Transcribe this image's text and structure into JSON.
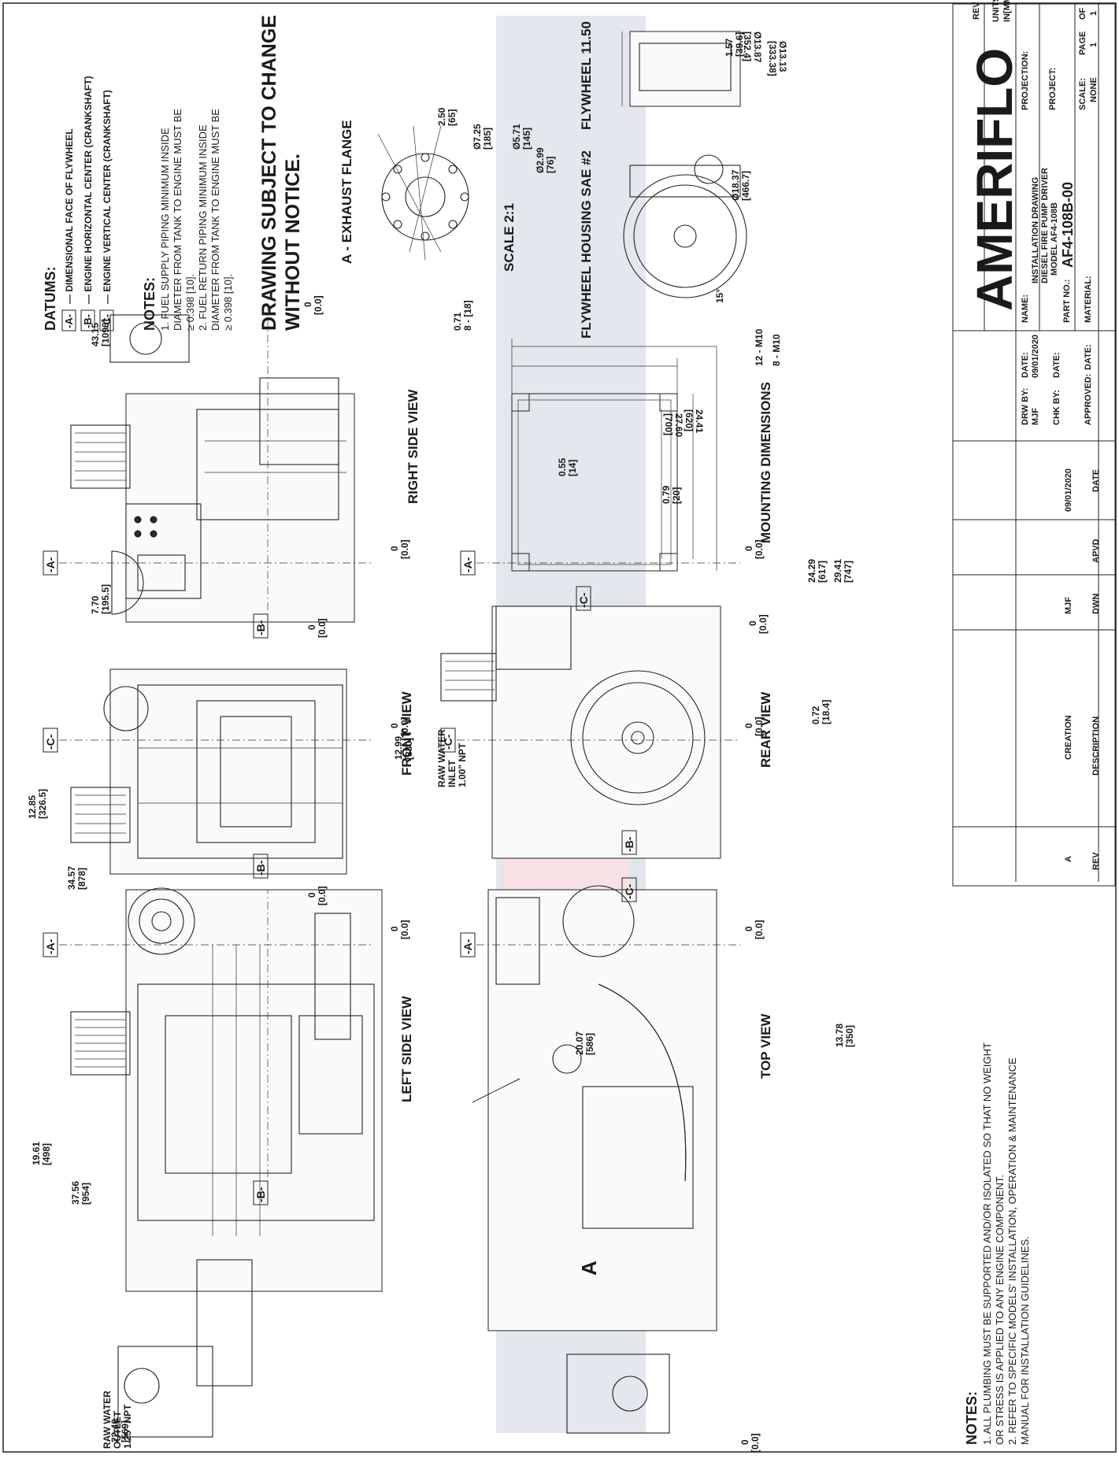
{
  "brand": {
    "logo_text": "AMERIFLO",
    "navy": "#1d3a6e",
    "red": "#c8102e"
  },
  "datums": {
    "title": "DATUMS:",
    "items": [
      {
        "key": "-A-",
        "text": "DIMENSIONAL FACE OF FLYWHEEL"
      },
      {
        "key": "-B-",
        "text": "ENGINE HORIZONTAL CENTER (CRANKSHAFT)"
      },
      {
        "key": "-C-",
        "text": "ENGINE VERTICAL CENTER (CRANKSHAFT)"
      }
    ]
  },
  "notes_top": {
    "title": "NOTES:",
    "lines": [
      "1.  FUEL SUPPLY PIPING MINIMUM INSIDE",
      "DIAMETER FROM TANK TO ENGINE MUST BE",
      "≥ 0.398 [10].",
      "2.  FUEL RETURN PIPING MINIMUM INSIDE",
      "DIAMETER FROM TANK TO ENGINE MUST BE",
      "≥ 0.398 [10]."
    ]
  },
  "warning": [
    "DRAWING SUBJECT TO CHANGE",
    "WITHOUT NOTICE."
  ],
  "notes_bottom": {
    "title": "NOTES:",
    "lines": [
      "1.  ALL PLUMBING MUST BE SUPPORTED AND/OR ISOLATED SO THAT NO WEIGHT",
      "OR STRESS IS APPLIED TO ANY ENGINE COMPONENT.",
      "2.  REFER TO SPECIFIC MODELS' INSTALLATION, OPERATION & MAINTENANCE",
      "MANUAL FOR INSTALLATION GUIDELINES."
    ]
  },
  "views": {
    "left_side": "LEFT SIDE VIEW",
    "front": "FRONT VIEW",
    "right_side": "RIGHT SIDE VIEW",
    "top": "TOP VIEW",
    "rear": "REAR VIEW",
    "mounting": "MOUNTING DIMENSIONS",
    "exhaust": "A - EXHAUST FLANGE",
    "exhaust_scale": "SCALE 2:1",
    "flywheel_housing": "FLYWHEEL HOUSING SAE #2",
    "flywheel": "FLYWHEEL 11.50"
  },
  "callouts": {
    "raw_water_outlet": [
      "RAW WATER",
      "OUTLET",
      "1.25\" NPT"
    ],
    "raw_water_inlet": [
      "RAW WATER",
      "INLET",
      "1.00\" NPT"
    ],
    "a_marker": "A"
  },
  "datum_tags": {
    "a": "-A-",
    "b": "-B-",
    "c": "-C-"
  },
  "dims": {
    "d37_56": [
      "37.56",
      "[954]"
    ],
    "d22_40": [
      "22.40",
      "[569]"
    ],
    "d19_61": [
      "19.61",
      "[498]"
    ],
    "d34_57": [
      "34.57",
      "[878]"
    ],
    "d12_85": [
      "12.85",
      "[326.5]"
    ],
    "d7_70": [
      "7.70",
      "[195.5]"
    ],
    "d43_15": [
      "43.15",
      "[1096]"
    ],
    "d12_99": [
      "12.99",
      "[330]"
    ],
    "d20_07": [
      "20.07",
      "[586]"
    ],
    "d13_78": [
      "13.78",
      "[350]"
    ],
    "d0_72": [
      "0.72",
      "[18.4]"
    ],
    "d0_55": [
      "0.55",
      "[14]"
    ],
    "d0_79": [
      "0.79",
      "[20]"
    ],
    "d24_29": [
      "24.29",
      "[617]"
    ],
    "d29_41": [
      "29.41",
      "[747]"
    ],
    "d24_41": [
      "24.41",
      "[620]"
    ],
    "d27_60": [
      "27.60",
      "[700]"
    ],
    "zero": [
      "0",
      "[0.0]"
    ],
    "ex_2_50": [
      "2.50",
      "[65]"
    ],
    "ex_7_25": [
      "Ø7.25",
      "[185]"
    ],
    "ex_5_71": [
      "Ø5.71",
      "[145]"
    ],
    "ex_2_99": [
      "Ø2.99",
      "[76]"
    ],
    "ex_0_71": [
      "0.71",
      "8 - [18]"
    ],
    "fh_18_37": [
      "Ø18.37",
      "[466.7]"
    ],
    "fh_15": "15°",
    "fh_m10a": "12 - M10",
    "fh_m10b": "8 - M10",
    "fw_1_57": [
      "1.57",
      "[39.6]"
    ],
    "fw_13_13": [
      "Ø13.13",
      "[333.38]"
    ],
    "fw_13_87": [
      "Ø13.87",
      "[352.4]"
    ]
  },
  "title_block": {
    "rev_label": "REV",
    "units_label": "UNITS",
    "units_value": "IN[MM]",
    "projection_label": "PROJECTION:",
    "project_label": "PROJECT:",
    "scale_label": "SCALE:",
    "scale_value": "NONE",
    "page_label": "PAGE",
    "page_value": "1",
    "of_label": "OF",
    "of_value": "1",
    "drw_by_label": "DRW BY:",
    "drw_by_value": "MJF",
    "date_label": "DATE:",
    "drw_date": "09/01/2020",
    "chk_by_label": "CHK BY:",
    "approved_label": "APPROVED:",
    "name_label": "NAME:",
    "name_lines": [
      "INSTALLATION DRAWING",
      "DIESEL FIRE PUMP DRIVER",
      "MODEL AF4-108B"
    ],
    "part_no_label": "PART NO.:",
    "part_no": "AF4-108B-00",
    "material_label": "MATERIAL:",
    "rev_table": {
      "headers": [
        "REV",
        "DESCRIPTION",
        "DWN",
        "APVD",
        "DATE"
      ],
      "rows": [
        [
          "A",
          "CREATION",
          "MJF",
          "",
          "09/01/2020"
        ]
      ]
    }
  }
}
